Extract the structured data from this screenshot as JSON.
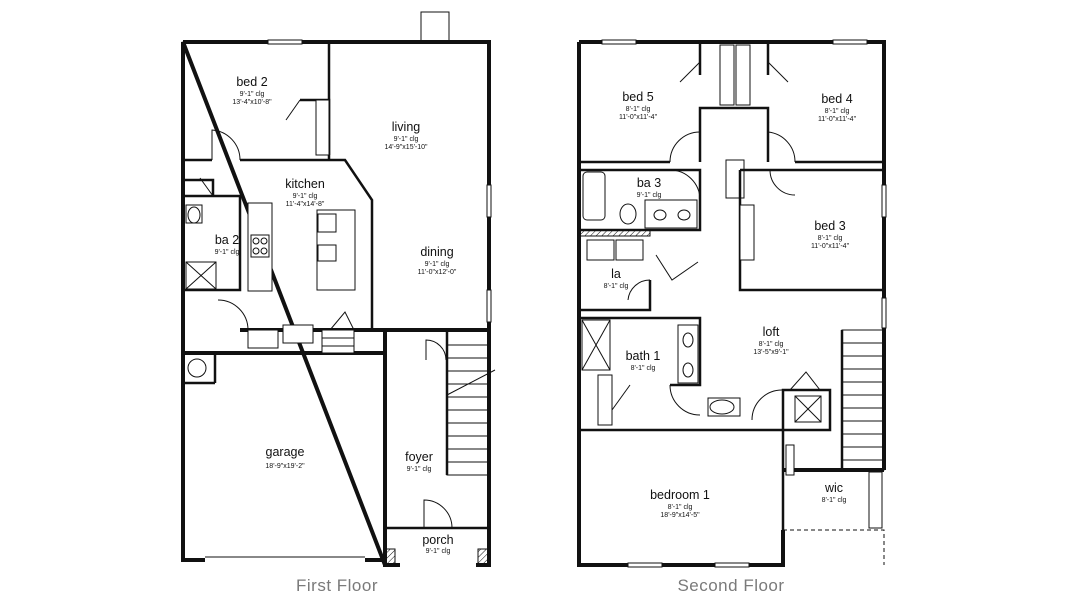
{
  "floors": {
    "first": {
      "caption": "First Floor",
      "rooms": {
        "bed2": {
          "name": "bed 2",
          "ceiling": "9'-1\" clg",
          "size": "13'-4\"x10'-8\""
        },
        "living": {
          "name": "living",
          "ceiling": "9'-1\" clg",
          "size": "14'-9\"x15'-10\""
        },
        "kitchen": {
          "name": "kitchen",
          "ceiling": "9'-1\" clg",
          "size": "11'-4\"x14'-8\""
        },
        "ba2": {
          "name": "ba 2",
          "ceiling": "9'-1\" clg"
        },
        "dining": {
          "name": "dining",
          "ceiling": "9'-1\" clg",
          "size": "11'-0\"x12'-0\""
        },
        "garage": {
          "name": "garage",
          "size": "18'-9\"x19'-2\""
        },
        "foyer": {
          "name": "foyer",
          "ceiling": "9'-1\" clg"
        },
        "porch": {
          "name": "porch",
          "ceiling": "9'-1\" clg"
        }
      }
    },
    "second": {
      "caption": "Second Floor",
      "rooms": {
        "bed5": {
          "name": "bed 5",
          "ceiling": "8'-1\" clg",
          "size": "11'-0\"x11'-4\""
        },
        "bed4": {
          "name": "bed 4",
          "ceiling": "8'-1\" clg",
          "size": "11'-0\"x11'-4\""
        },
        "ba3": {
          "name": "ba 3",
          "ceiling": "9'-1\" clg"
        },
        "bed3": {
          "name": "bed 3",
          "ceiling": "8'-1\" clg",
          "size": "11'-0\"x11'-4\""
        },
        "la": {
          "name": "la",
          "ceiling": "8'-1\" clg"
        },
        "loft": {
          "name": "loft",
          "ceiling": "8'-1\" clg",
          "size": "13'-5\"x9'-1\""
        },
        "bath1": {
          "name": "bath 1",
          "ceiling": "8'-1\" clg"
        },
        "bedroom1": {
          "name": "bedroom 1",
          "ceiling": "8'-1\" clg",
          "size": "18'-9\"x14'-5\""
        },
        "wic": {
          "name": "wic",
          "ceiling": "8'-1\" clg"
        }
      }
    }
  }
}
